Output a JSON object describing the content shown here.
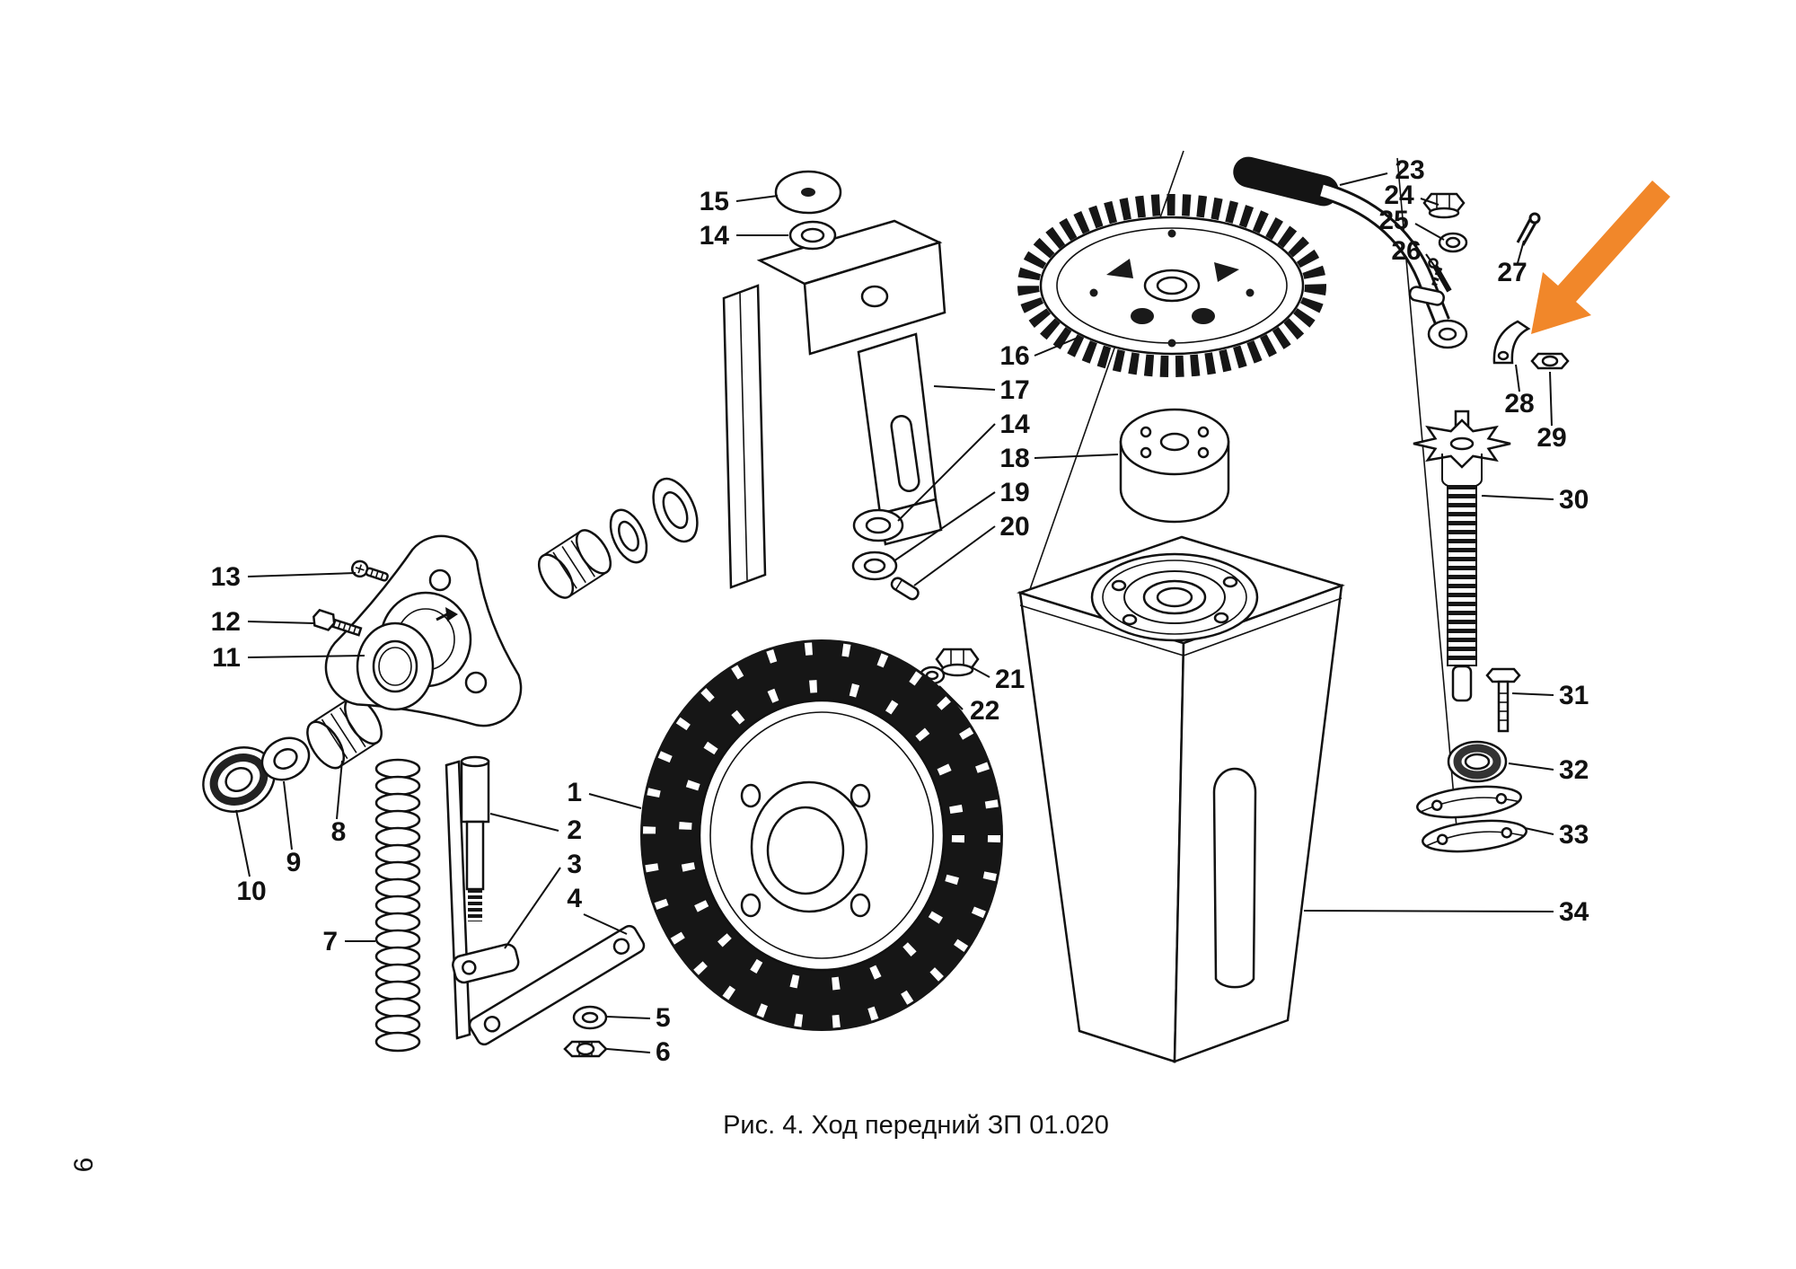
{
  "figure": {
    "caption": "Рис. 4. Ход передний ЗП 01.020",
    "page_number": "6"
  },
  "arrow": {
    "color": "#F1872A"
  },
  "callouts": [
    {
      "label": "15"
    },
    {
      "label": "14"
    },
    {
      "label": "16"
    },
    {
      "label": "17"
    },
    {
      "label": "14"
    },
    {
      "label": "18"
    },
    {
      "label": "19"
    },
    {
      "label": "20"
    },
    {
      "label": "13"
    },
    {
      "label": "12"
    },
    {
      "label": "11"
    },
    {
      "label": "10"
    },
    {
      "label": "9"
    },
    {
      "label": "8"
    },
    {
      "label": "7"
    },
    {
      "label": "1"
    },
    {
      "label": "2"
    },
    {
      "label": "3"
    },
    {
      "label": "4"
    },
    {
      "label": "5"
    },
    {
      "label": "6"
    },
    {
      "label": "21"
    },
    {
      "label": "22"
    },
    {
      "label": "23"
    },
    {
      "label": "24"
    },
    {
      "label": "25"
    },
    {
      "label": "26"
    },
    {
      "label": "27"
    },
    {
      "label": "28"
    },
    {
      "label": "29"
    },
    {
      "label": "30"
    },
    {
      "label": "31"
    },
    {
      "label": "32"
    },
    {
      "label": "33"
    },
    {
      "label": "34"
    }
  ]
}
